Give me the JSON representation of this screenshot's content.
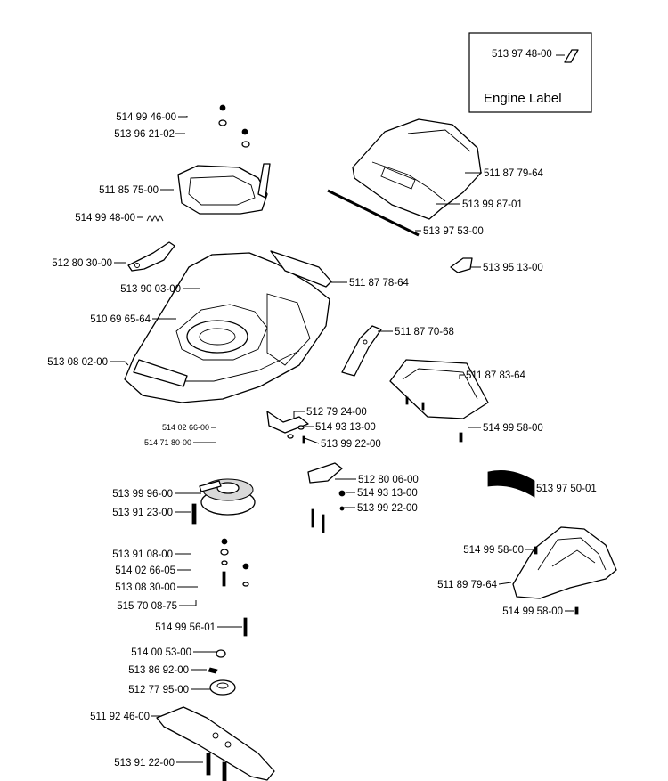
{
  "legend": {
    "part_number": "513 97 48-00",
    "label": "Engine Label"
  },
  "parts": [
    "514 99 46-00",
    "513 96 21-02",
    "511 85 75-00",
    "514 99 48-00",
    "512 80 30-00",
    "513 90 03-00",
    "510 69 65-64",
    "513 08 02-00",
    "514 02 66-00",
    "514 71 80-00",
    "511 87 79-64",
    "513 99 87-01",
    "513 97 53-00",
    "513 95 13-00",
    "511 87 78-64",
    "511 87 70-68",
    "511 87 83-64",
    "512 79 24-00",
    "514 93 13-00",
    "513 99 22-00",
    "514 99 58-00",
    "512 80 06-00",
    "514 93 13-00",
    "513 99 22-00",
    "513 97 50-01",
    "513 99 96-00",
    "513 91 23-00",
    "513 91 08-00",
    "514 02 66-05",
    "513 08 30-00",
    "515 70 08-75",
    "514 99 56-01",
    "514 00 53-00",
    "513 86 92-00",
    "512 77 95-00",
    "511 92 46-00",
    "513 91 22-00",
    "514 99 58-00",
    "511 89 79-64",
    "514 99 58-00"
  ]
}
